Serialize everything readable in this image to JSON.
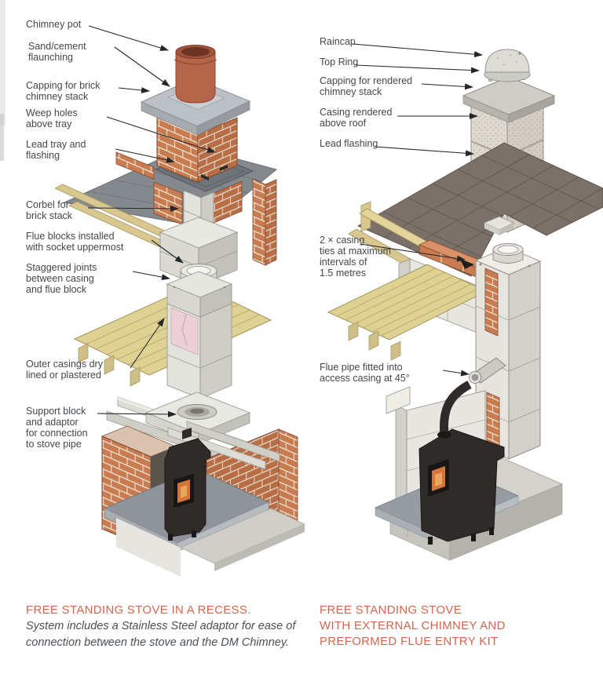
{
  "page": {
    "background": "#ffffff"
  },
  "colors": {
    "caption_accent": "#d2674f",
    "label_text": "#43474b",
    "brick": "#c97c50",
    "slate_roof": "#84898e",
    "dark_roof": "#7b7168",
    "wood_floor": "#ded293",
    "terracotta_pot": "#b4654a",
    "stove_black": "#2e2b28",
    "fire_orange": "#d4763a",
    "casing_gray": "#e3e3dd",
    "render_stipple": "#ddd8d0"
  },
  "panels": [
    {
      "name": "free-standing-stove-in-a-recess",
      "labels": [
        {
          "text": "Chimney pot"
        },
        {
          "text": "Sand/cement\nflaunching"
        },
        {
          "text": "Capping for brick\nchimney stack"
        },
        {
          "text": "Weep holes\nabove tray"
        },
        {
          "text": "Lead tray and\nflashing"
        },
        {
          "text": "Corbel for\nbrick stack"
        },
        {
          "text": "Flue blocks installed\nwith socket uppermost"
        },
        {
          "text": "Staggered joints\nbetween casing\nand flue block"
        },
        {
          "text": "Outer casings dry\nlined or plastered"
        },
        {
          "text": "Support block\nand adaptor\nfor connection\nto stove pipe"
        }
      ],
      "caption": {
        "title": "FREE STANDING STOVE IN A RECESS.",
        "body": "System includes a Stainless Steel adaptor for ease of\nconnection between the stove and the DM Chimney."
      }
    },
    {
      "name": "free-standing-stove-with-external-chimney",
      "labels": [
        {
          "text": "Raincap"
        },
        {
          "text": "Top Ring"
        },
        {
          "text": "Capping for rendered\nchimney stack"
        },
        {
          "text": "Casing rendered\nabove roof"
        },
        {
          "text": "Lead flashing"
        },
        {
          "text": "2 × casing\nties at maximum\nintervals of\n1.5 metres"
        },
        {
          "text": "Flue pipe fitted into\naccess casing at 45°"
        }
      ],
      "caption": {
        "title": "FREE STANDING STOVE\nWITH EXTERNAL CHIMNEY AND\nPREFORMED FLUE ENTRY KIT"
      }
    }
  ]
}
